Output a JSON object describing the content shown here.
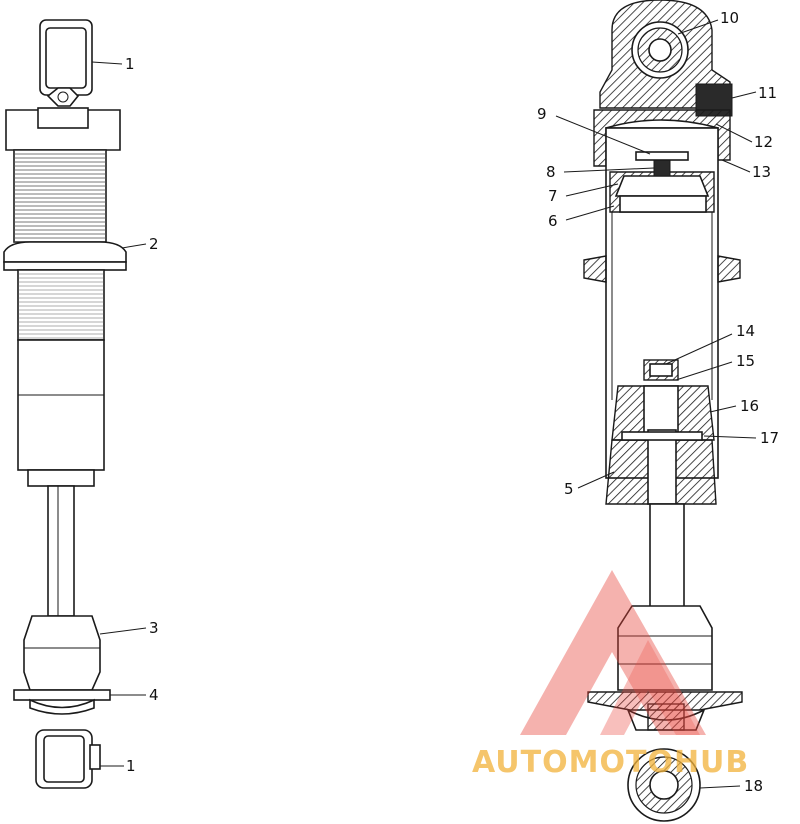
{
  "callouts": {
    "c1_top": "1",
    "c2": "2",
    "c3": "3",
    "c4": "4",
    "c1_bottom": "1",
    "c10": "10",
    "c9": "9",
    "c11": "11",
    "c12": "12",
    "c8": "8",
    "c13": "13",
    "c7": "7",
    "c6": "6",
    "c14": "14",
    "c15": "15",
    "c16": "16",
    "c17": "17",
    "c5": "5",
    "c18": "18"
  },
  "watermark": {
    "text": "AUTOMOTOHUB",
    "accent_color": "#e8433a",
    "secondary_color": "#f2b23a"
  }
}
